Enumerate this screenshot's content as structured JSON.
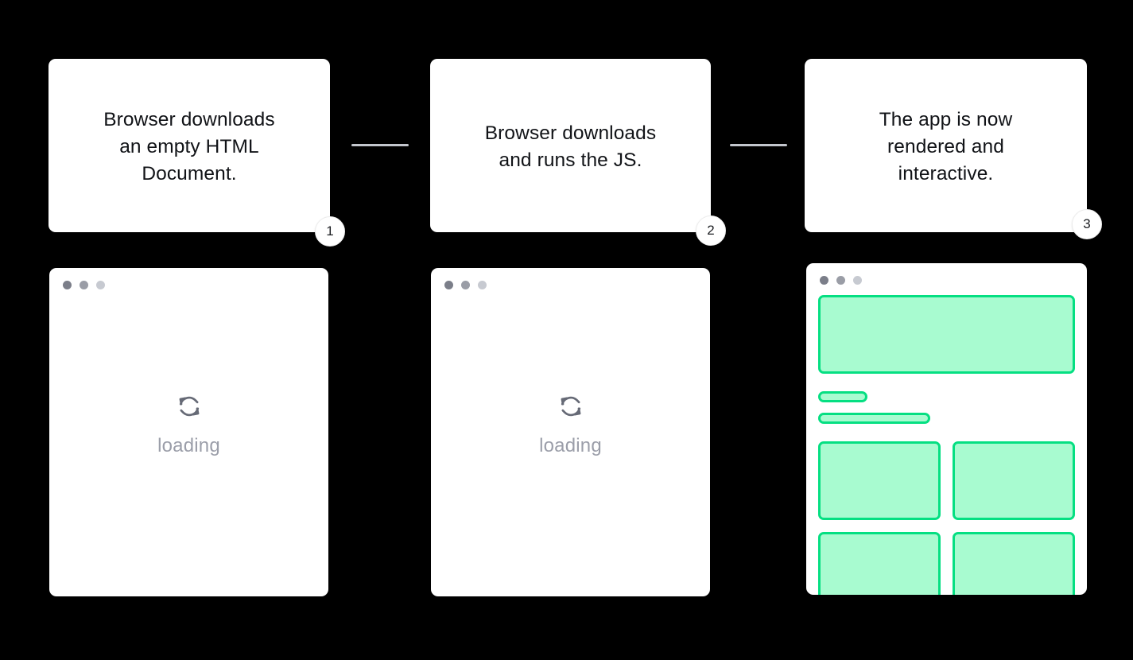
{
  "background_color": "#000000",
  "theme": {
    "card_bg": "#ffffff",
    "text_color": "#111317",
    "connector_color": "#c3c6cd",
    "loading_text_color": "#9b9ea9",
    "spinner_color": "#666a76",
    "block_fill": "#a8fbd0",
    "block_border": "#05df82",
    "dot_colors": [
      "#7b7e89",
      "#9a9da6",
      "#c7cad1"
    ]
  },
  "steps": [
    {
      "number": "1",
      "caption": "Browser downloads\nan empty HTML\nDocument.",
      "window": {
        "state": "loading",
        "loading_label": "loading",
        "spinner_icon": "refresh-spinner-icon",
        "dots": [
          "traffic-dot-1",
          "traffic-dot-2",
          "traffic-dot-3"
        ]
      }
    },
    {
      "number": "2",
      "caption": "Browser downloads\nand runs the JS.",
      "window": {
        "state": "loading",
        "loading_label": "loading",
        "spinner_icon": "refresh-spinner-icon",
        "dots": [
          "traffic-dot-1",
          "traffic-dot-2",
          "traffic-dot-3"
        ]
      }
    },
    {
      "number": "3",
      "caption": "The app is now\nrendered and\ninteractive.",
      "window": {
        "state": "rendered",
        "dots": [
          "traffic-dot-1",
          "traffic-dot-2",
          "traffic-dot-3"
        ],
        "skeleton": {
          "hero": "hero-block",
          "bars": [
            "short-bar",
            "long-bar"
          ],
          "tiles": [
            "tile-1",
            "tile-2",
            "tile-3",
            "tile-4"
          ]
        }
      }
    }
  ],
  "connectors": [
    "connector-1-to-2",
    "connector-2-to-3"
  ]
}
